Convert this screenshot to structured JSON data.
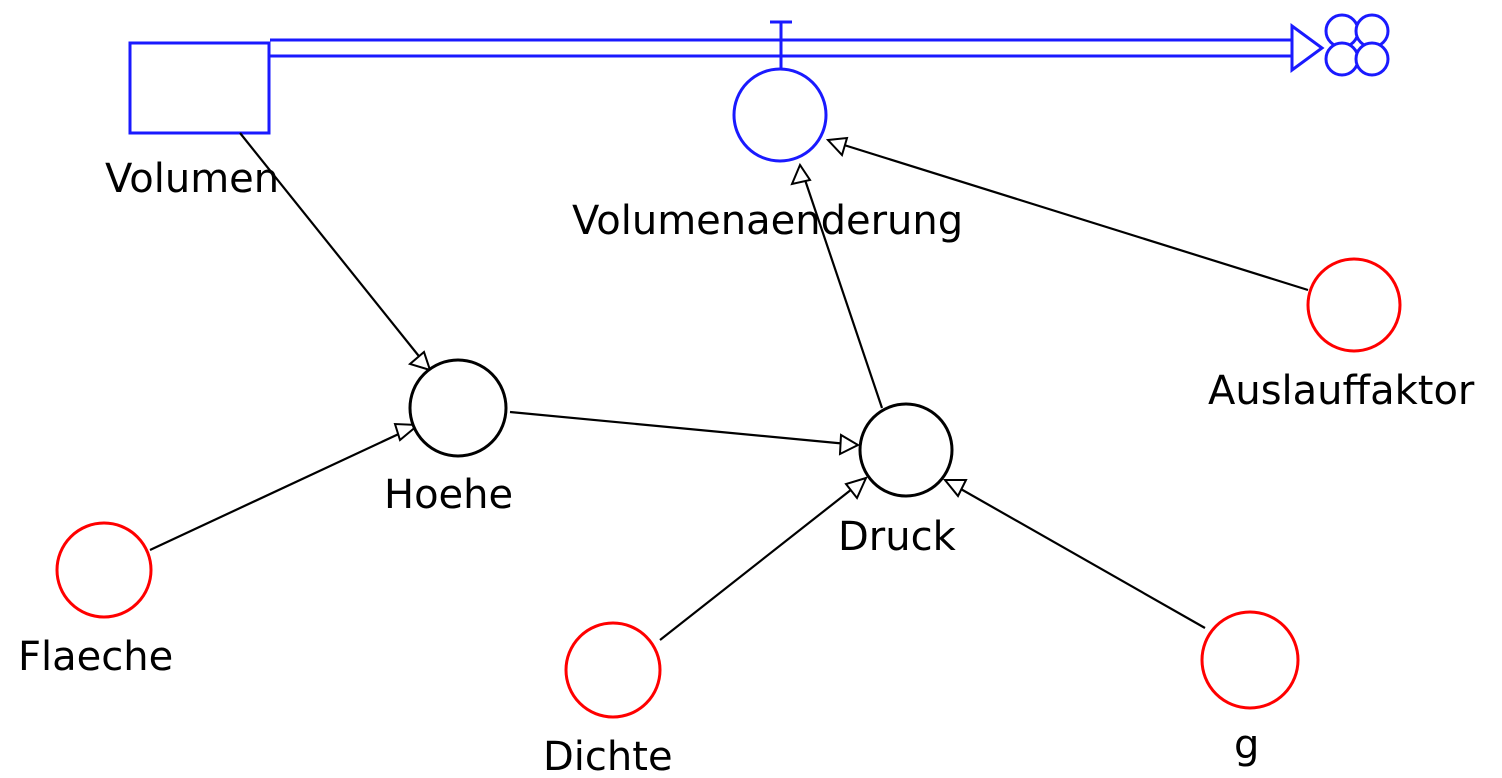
{
  "colors": {
    "stock": "#1a1aff",
    "flow": "#1a1aff",
    "constant": "#ff0000",
    "auxiliary": "#000000",
    "link": "#000000",
    "background": "#ffffff"
  },
  "stock": {
    "label": "Volumen"
  },
  "flow": {
    "label": "Volumenaenderung",
    "sink_icon": "cloud-sink-icon"
  },
  "auxiliaries": [
    {
      "id": "hoehe",
      "label": "Hoehe"
    },
    {
      "id": "druck",
      "label": "Druck"
    }
  ],
  "constants": [
    {
      "id": "auslauffaktor",
      "label": "Auslauffaktor"
    },
    {
      "id": "flaeche",
      "label": "Flaeche"
    },
    {
      "id": "dichte",
      "label": "Dichte"
    },
    {
      "id": "g",
      "label": "g"
    }
  ],
  "links": [
    {
      "from": "Volumen",
      "to": "Hoehe"
    },
    {
      "from": "Flaeche",
      "to": "Hoehe"
    },
    {
      "from": "Hoehe",
      "to": "Druck"
    },
    {
      "from": "Dichte",
      "to": "Druck"
    },
    {
      "from": "g",
      "to": "Druck"
    },
    {
      "from": "Druck",
      "to": "Volumenaenderung"
    },
    {
      "from": "Auslauffaktor",
      "to": "Volumenaenderung"
    }
  ]
}
